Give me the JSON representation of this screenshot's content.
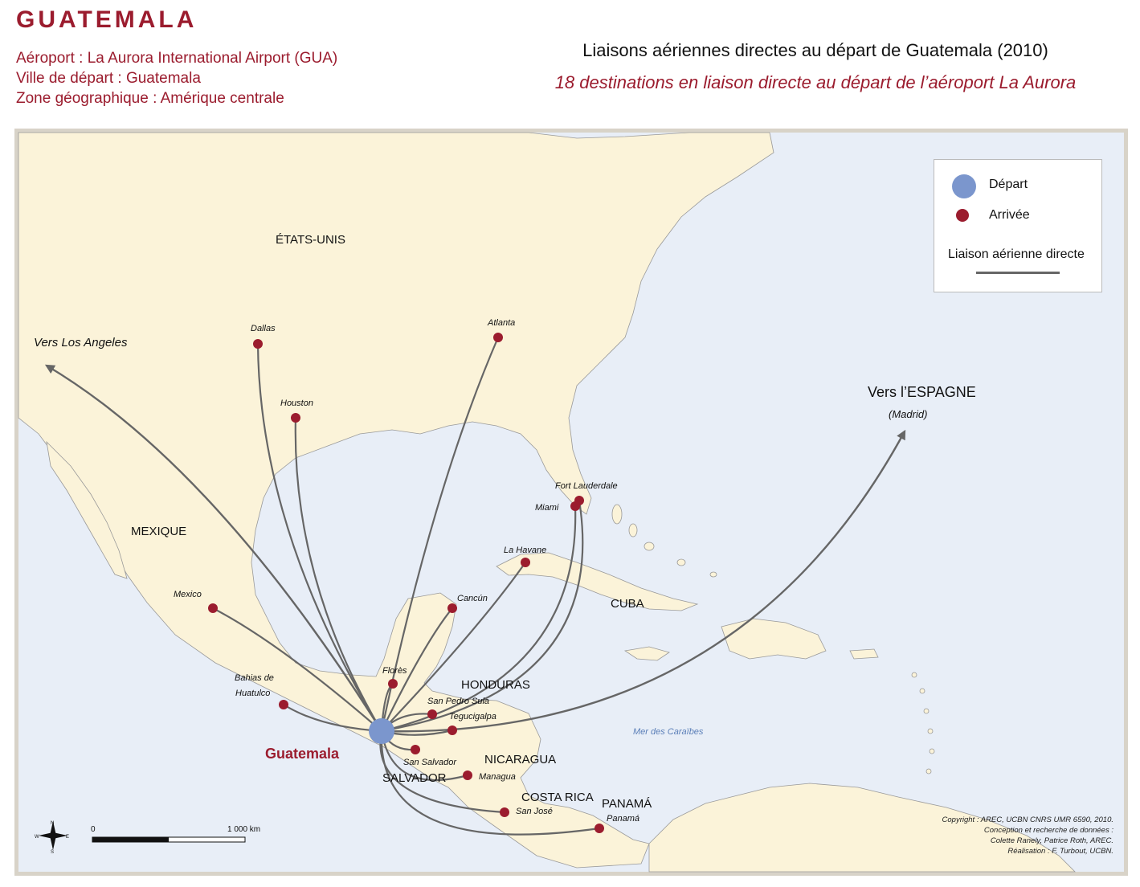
{
  "header": {
    "country": "GUATEMALA",
    "airport_line": "Aéroport : La Aurora International Airport (GUA)",
    "city_line": "Ville de départ : Guatemala",
    "zone_line": "Zone géographique : Amérique centrale",
    "title": "Liaisons aériennes directes au départ de Guatemala (2010)",
    "subtitle": "18 destinations en liaison directe au départ de l’aéroport La Aurora"
  },
  "legend": {
    "depart": "Départ",
    "arrivee": "Arrivée",
    "liaison": "Liaison aérienne directe"
  },
  "countries": {
    "usa": "ÉTATS-UNIS",
    "mexico": "MEXIQUE",
    "cuba": "CUBA",
    "honduras": "HONDURAS",
    "nicaragua": "NICARAGUA",
    "salvador": "SALVADOR",
    "costa_rica": "COSTA RICA",
    "panama": "PANAMÁ"
  },
  "origin": "Guatemala",
  "sea": "Mer des Caraïbes",
  "destinations": {
    "dallas": "Dallas",
    "houston": "Houston",
    "atlanta": "Atlanta",
    "fort_lauderdale": "Fort Lauderdale",
    "miami": "Miami",
    "la_havane": "La Havane",
    "cancun": "Cancún",
    "mexico": "Mexico",
    "flores": "Florès",
    "huatulco_1": "Bahias de",
    "huatulco_2": "Huatulco",
    "san_pedro_sula": "San Pedro Sula",
    "tegucigalpa": "Tegucigalpa",
    "san_salvador": "San Salvador",
    "managua": "Managua",
    "san_jose": "San José",
    "panama": "Panamá"
  },
  "external": {
    "los_angeles": "Vers Los Angeles",
    "espagne": "Vers l’ESPAGNE",
    "madrid": "(Madrid)"
  },
  "scale": {
    "zero": "0",
    "max": "1 000 km"
  },
  "compass": {
    "n": "N",
    "s": "S",
    "e": "E",
    "w": "W"
  },
  "credits": [
    "Copyright : AREC, UCBN CNRS UMR 6590, 2010.",
    "Conception et recherche de données :",
    "Colette Ranely, Patrice Roth, AREC.",
    "Réalisation : F. Turbout, UCBN."
  ],
  "colors": {
    "accent": "#9b1c2e",
    "depart": "#7b96cd",
    "land": "#fbf3d9",
    "sea": "#e8eef7",
    "route": "#666666",
    "frame": "#d8d3c8"
  }
}
